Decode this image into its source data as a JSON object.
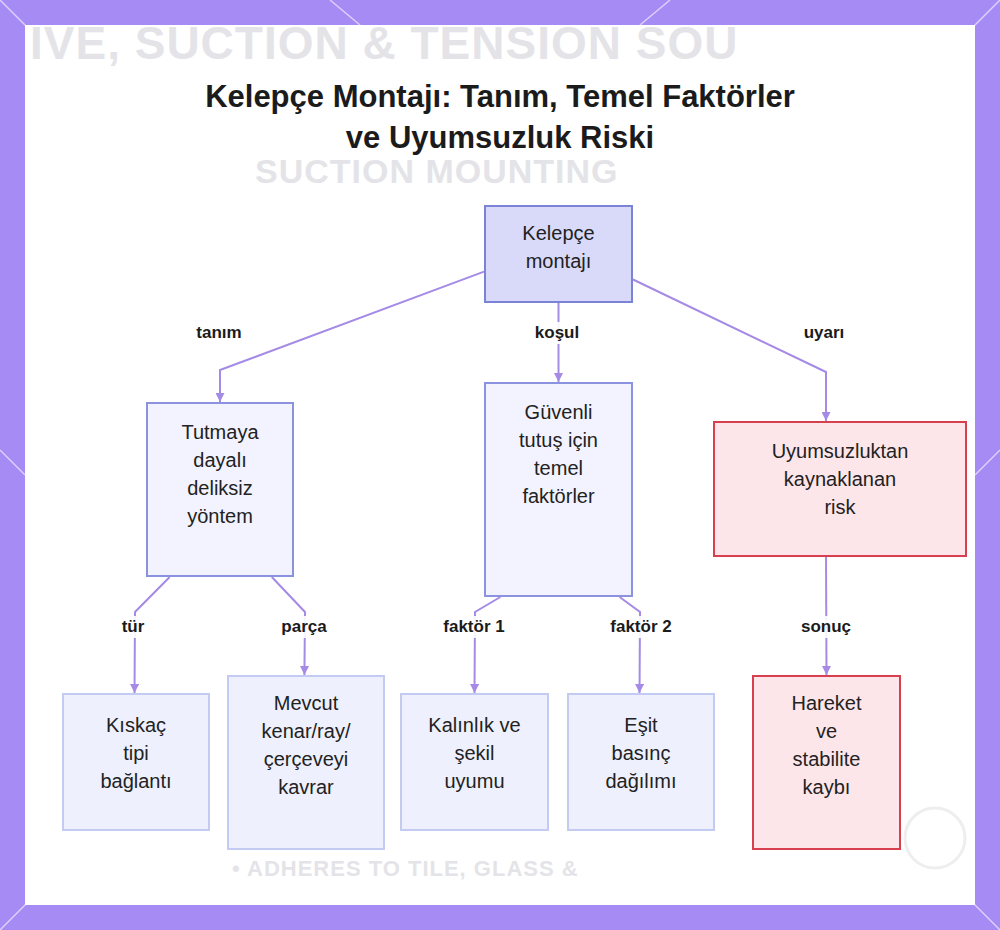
{
  "diagram": {
    "title": "Kelepçe Montajı: Tanım, Temel Faktörler ve Uyumsuzluk Riski",
    "nodes": [
      {
        "text": [
          "Kelepçe montajı"
        ]
      },
      {
        "text": [
          "Tutmaya dayalı deliksiz yöntem"
        ]
      },
      {
        "text": [
          "Güvenli tutuş için temel faktörler"
        ]
      },
      {
        "text": [
          "Uyumsuzluktan kaynaklanan risk"
        ]
      },
      {
        "text": [
          "Kıskaç tipi bağlantı"
        ]
      },
      {
        "text": [
          "Mevcut kenar/ray/ çerçeveyi kavrar"
        ]
      },
      {
        "text": [
          "Kalınlık ve şekil uyumu"
        ]
      },
      {
        "text": [
          "Eşit basınç dağılımı"
        ]
      },
      {
        "text": [
          "Hareket ve stabilite kaybı"
        ]
      }
    ],
    "edges": [
      {
        "from": 0,
        "to": 1,
        "label": "tanım",
        "arrow": "to"
      },
      {
        "from": 0,
        "to": 2,
        "label": "koşul",
        "arrow": "to"
      },
      {
        "from": 0,
        "to": 3,
        "label": "uyarı",
        "arrow": "to"
      },
      {
        "from": 1,
        "to": 4,
        "label": "tür",
        "arrow": "to"
      },
      {
        "from": 1,
        "to": 5,
        "label": "parça",
        "arrow": "to"
      },
      {
        "from": 2,
        "to": 6,
        "label": "faktör 1",
        "arrow": "to"
      },
      {
        "from": 2,
        "to": 7,
        "label": "faktör 2",
        "arrow": "to"
      },
      {
        "from": 3,
        "to": 8,
        "label": "sonuç",
        "arrow": "to"
      }
    ],
    "labels": [
      "IVE, SUCTION & TENSION SOU",
      "SUCTION MOUNTING",
      "• ADHERES TO TILE, GLASS &"
    ]
  }
}
